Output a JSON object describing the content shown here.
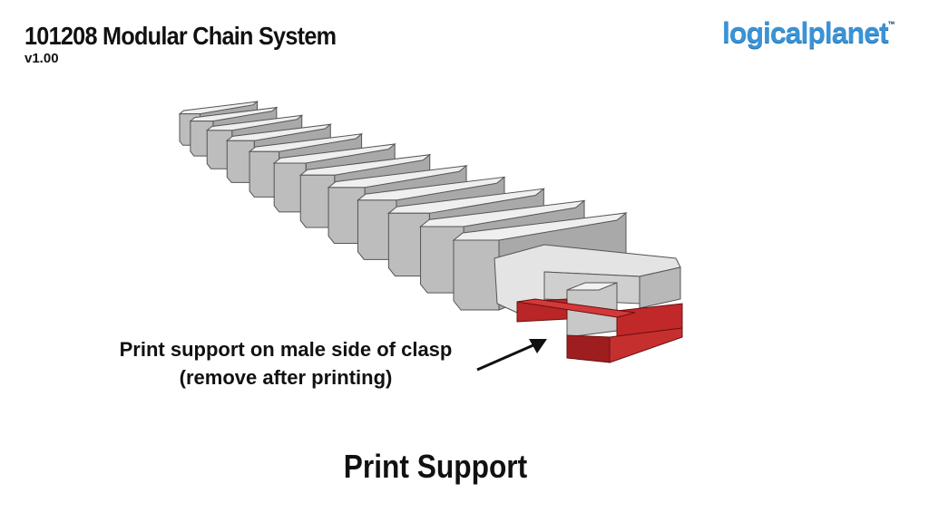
{
  "header": {
    "title": "101208 Modular Chain System",
    "version": "v1.00"
  },
  "logo": {
    "text": "logicalplanet",
    "tm": "™"
  },
  "callout": {
    "line1": "Print support on male side of clasp",
    "line2": "(remove after printing)"
  },
  "caption": "Print Support",
  "colors": {
    "support": "#c0282a",
    "link_top": "#efefef",
    "link_side": "#bdbdbd",
    "logo": "#3a93d6"
  }
}
